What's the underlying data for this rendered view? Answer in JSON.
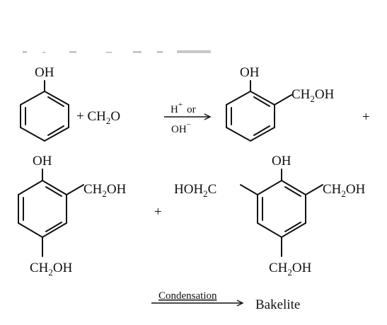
{
  "reaction": {
    "reactant_oh": "OH",
    "plus_formaldehyde": "+ CH",
    "formaldehyde_sub": "2",
    "formaldehyde_tail": "O",
    "catalyst_h": "H",
    "catalyst_h_sup": "+",
    "catalyst_or": "or",
    "catalyst_oh": "OH",
    "catalyst_oh_sup": "−",
    "product1_oh": "OH",
    "product1_ch2oh": "CH",
    "product1_ch2oh_sub": "2",
    "product1_ch2oh_tail": "OH",
    "plus_right": "+",
    "product2_oh": "OH",
    "product2_ortho": "CH",
    "product2_ortho_sub": "2",
    "product2_ortho_tail": "OH",
    "product2_para": "CH",
    "product2_para_sub": "2",
    "product2_para_tail": "OH",
    "plus_middle": "+",
    "product3_oh": "OH",
    "product3_left": "HOH",
    "product3_left_sub": "2",
    "product3_left_tail": "C",
    "product3_right": "CH",
    "product3_right_sub": "2",
    "product3_right_tail": "OH",
    "product3_para": "CH",
    "product3_para_sub": "2",
    "product3_para_tail": "OH",
    "condensation_label": "Condensation",
    "final_product": "Bakelite"
  },
  "colors": {
    "ink": "#111111",
    "background": "#ffffff"
  }
}
